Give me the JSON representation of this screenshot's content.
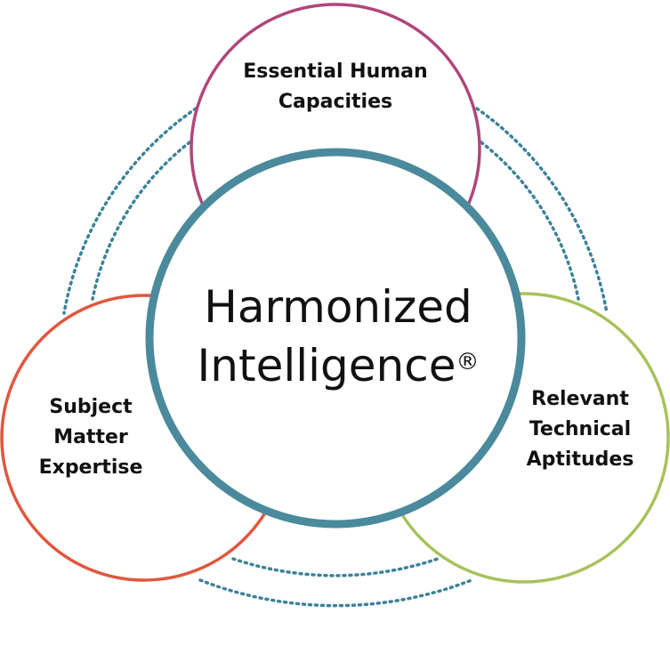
{
  "diagram": {
    "center": {
      "line1": "Harmonized",
      "line2": "Intelligence",
      "mark": "®",
      "stroke_color": "#4a8a9c"
    },
    "top": {
      "line1": "Essential Human",
      "line2": "Capacities",
      "stroke_color": "#b0467a"
    },
    "left": {
      "line1": "Subject",
      "line2": "Matter",
      "line3": "Expertise",
      "stroke_color": "#e0573e"
    },
    "right": {
      "line1": "Relevant",
      "line2": "Technical",
      "line3": "Aptitudes",
      "stroke_color": "#a6c25a"
    },
    "dotted_color": "#3d8298"
  }
}
